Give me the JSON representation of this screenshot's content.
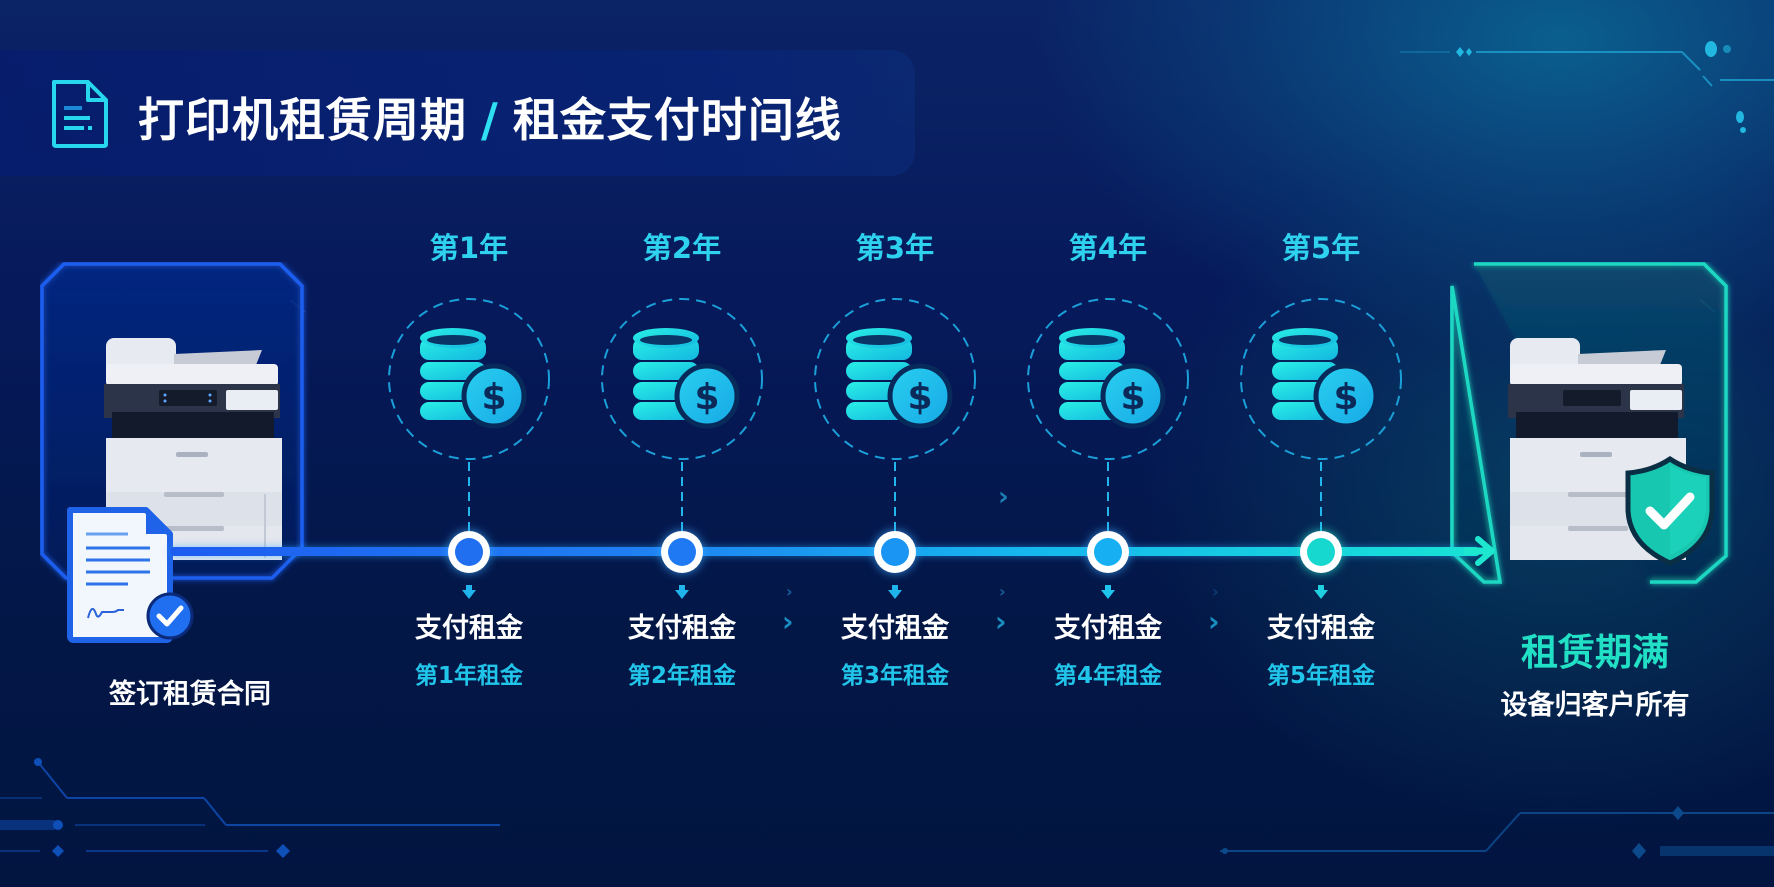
{
  "title": {
    "icon": "document-icon",
    "part1": "打印机租赁周期",
    "separator": "/",
    "part2": "租金支付时间线"
  },
  "start": {
    "icon": "printer-with-signed-contract-icon",
    "label": "签订租赁合同"
  },
  "steps": [
    {
      "year": "第1年",
      "icon": "coins-dollar-icon",
      "action": "支付租金",
      "detail": "第1年租金"
    },
    {
      "year": "第2年",
      "icon": "coins-dollar-icon",
      "action": "支付租金",
      "detail": "第2年租金"
    },
    {
      "year": "第3年",
      "icon": "coins-dollar-icon",
      "action": "支付租金",
      "detail": "第3年租金"
    },
    {
      "year": "第4年",
      "icon": "coins-dollar-icon",
      "action": "支付租金",
      "detail": "第4年租金"
    },
    {
      "year": "第5年",
      "icon": "coins-dollar-icon",
      "action": "支付租金",
      "detail": "第5年租金"
    }
  ],
  "end": {
    "icon": "printer-with-shield-check-icon",
    "title": "租赁期满",
    "subtitle": "设备归客户所有"
  },
  "colors": {
    "background": "#041a4f",
    "accent_blue": "#1f6ff0",
    "accent_cyan": "#2fd2ee",
    "accent_teal": "#21e0c5",
    "text_white": "#ffffff"
  }
}
